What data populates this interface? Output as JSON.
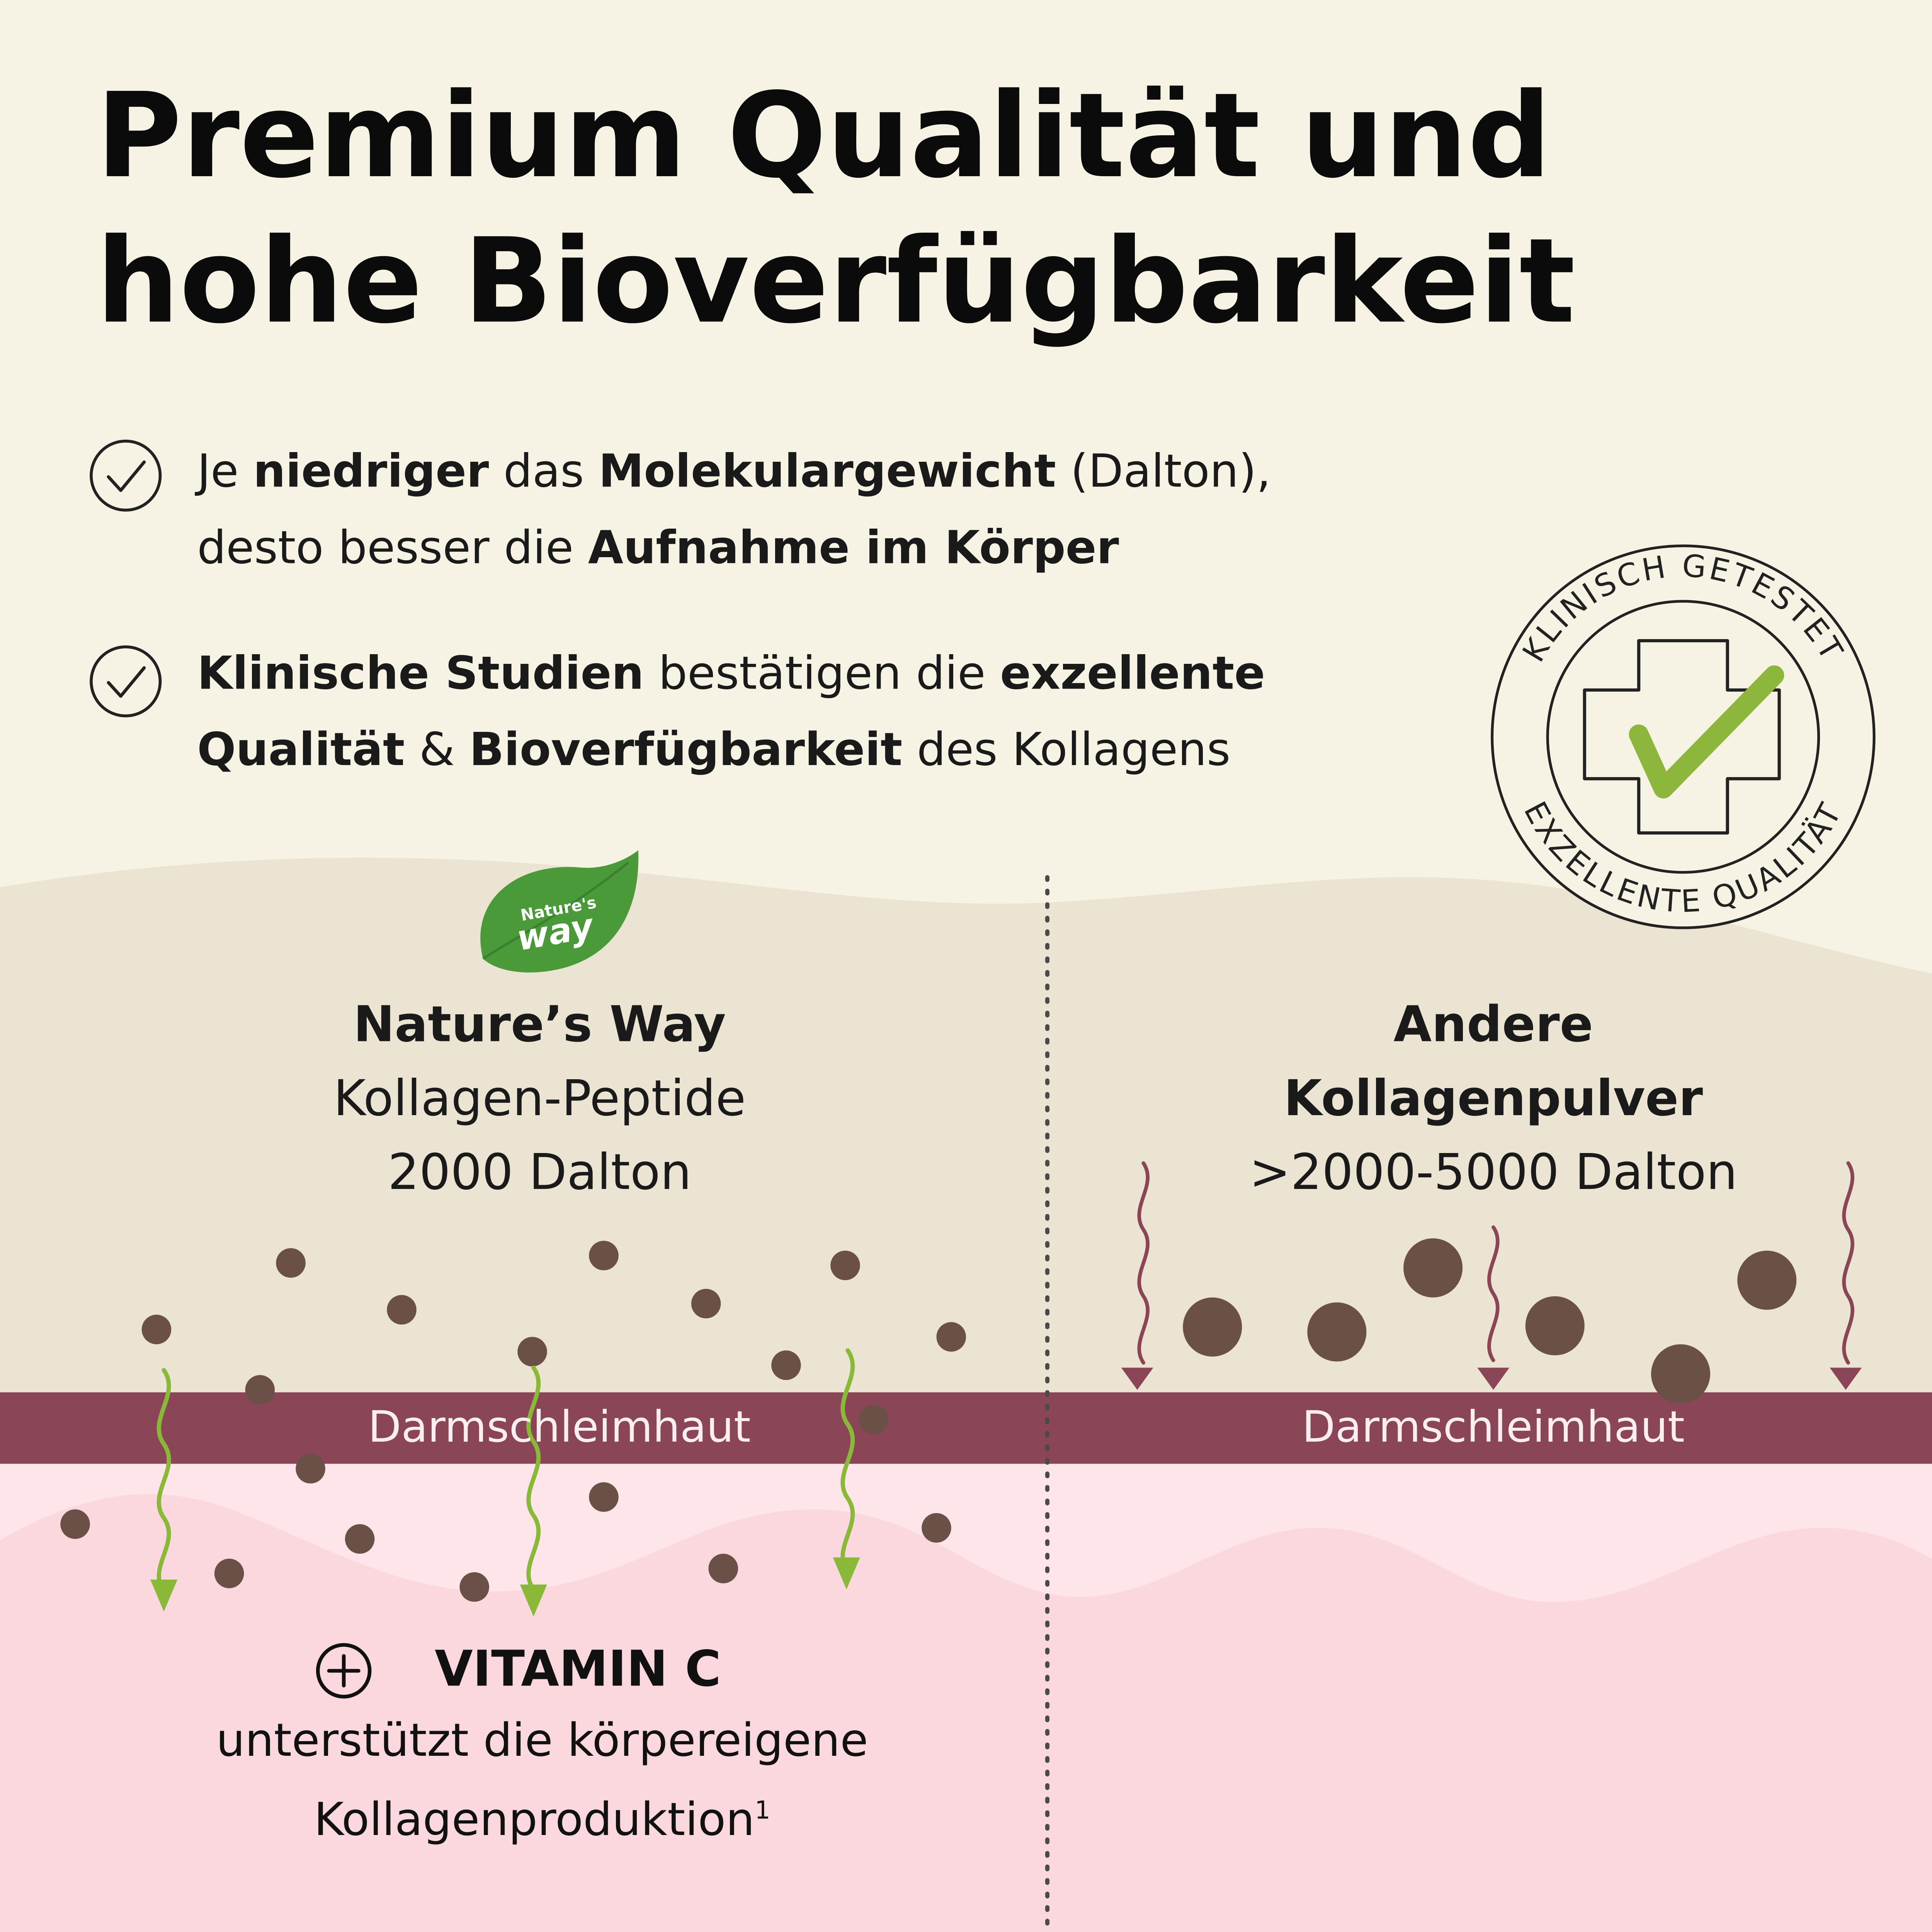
{
  "title": {
    "line1": "Premium Qualität und",
    "line2": "hohe Bioverfügbarkeit"
  },
  "bullets": [
    {
      "line1": [
        [
          "Je ",
          false
        ],
        [
          "niedriger",
          true
        ],
        [
          " das ",
          false
        ],
        [
          "Molekulargewicht",
          true
        ],
        [
          " (Dalton),",
          false
        ]
      ],
      "line2": [
        [
          "desto besser die ",
          false
        ],
        [
          "Aufnahme im Körper",
          true
        ]
      ]
    },
    {
      "line1": [
        [
          "Klinische Studien",
          true
        ],
        [
          " bestätigen die ",
          false
        ],
        [
          "exzellente",
          true
        ]
      ],
      "line2": [
        [
          "Qualität",
          true
        ],
        [
          " & ",
          false
        ],
        [
          "Bioverfügbarkeit",
          true
        ],
        [
          " des Kollagens",
          false
        ]
      ]
    }
  ],
  "seal": {
    "top_text": "KLINISCH GETESTET",
    "bottom_text": "EXZELLENTE QUALITÄT",
    "check_color": "#8db63c"
  },
  "logo": {
    "line1": "Nature's",
    "line2": "way",
    "leaf_color": "#4a9a3a"
  },
  "left_column": {
    "brand": "Nature’s Way",
    "product": "Kollagen-Peptide",
    "dalton": "2000 Dalton"
  },
  "right_column": {
    "line1": "Andere",
    "line2": "Kollagenpulver",
    "dalton": ">2000-5000 Dalton"
  },
  "band": {
    "label_left": "Darmschleimhaut",
    "label_right": "Darmschleimhaut",
    "color": "#8a4557"
  },
  "vitamin": {
    "heading": "VITAMIN C",
    "body_line1": "unterstützt die körpereigene",
    "body_line2": "Kollagenproduktion",
    "footnote_mark": "1"
  },
  "colors": {
    "cream": "#f7f3e4",
    "beige": "#ece4d3",
    "pink_light": "#fde5ea",
    "pink": "#fbd7de",
    "dot": "#6b5048",
    "arrow_green": "#8ab93a",
    "arrow_maroon": "#8a4557"
  }
}
